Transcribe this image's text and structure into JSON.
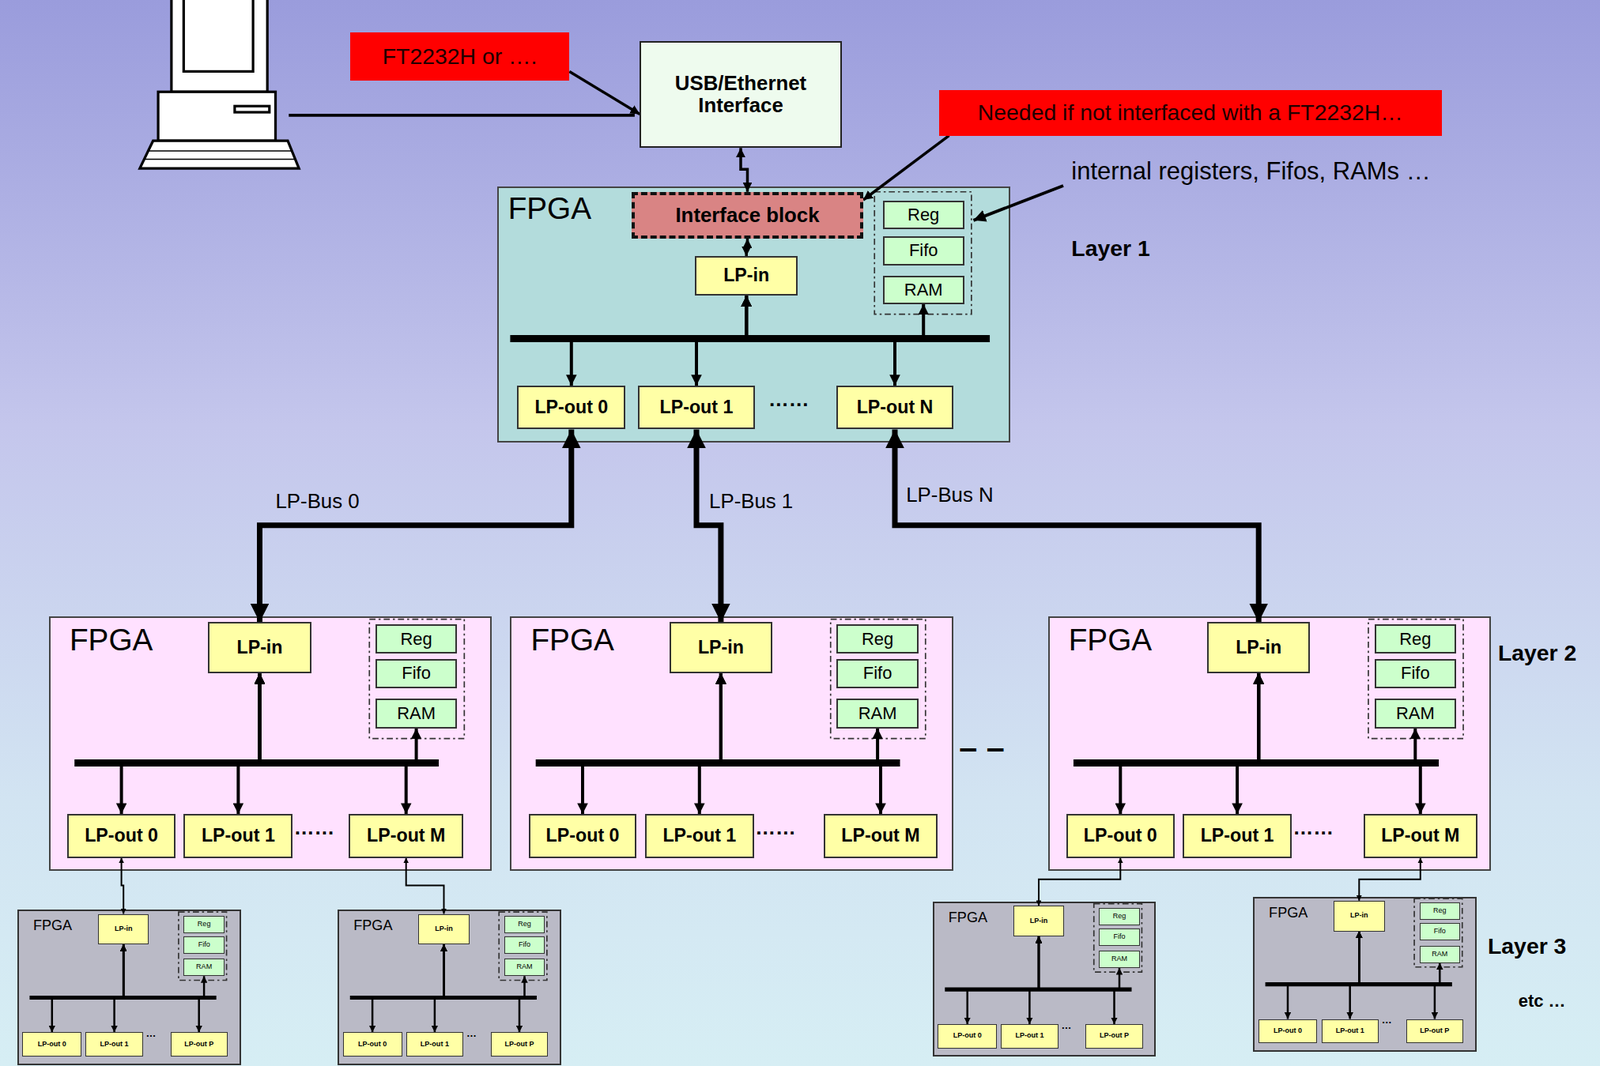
{
  "diagram": {
    "nodes": [
      {
        "text": [
          "FT2232H or …."
        ]
      },
      {
        "text": [
          "USB/Ethernet Interface"
        ]
      },
      {
        "text": [
          "Needed if not interfaced with a FT2232H…"
        ]
      },
      {
        "text": [
          "FPGA"
        ]
      },
      {
        "text": [
          "Interface block"
        ],
        "in": 3
      },
      {
        "text": [
          "Reg"
        ],
        "in": 3
      },
      {
        "text": [
          "Fifo"
        ],
        "in": 3
      },
      {
        "text": [
          "RAM"
        ],
        "in": 3
      },
      {
        "text": [
          "LP-in"
        ],
        "in": 3
      },
      {
        "text": [
          "LP-out 0"
        ],
        "in": 3
      },
      {
        "text": [
          "LP-out 1"
        ],
        "in": 3
      },
      {
        "text": [
          "LP-out N"
        ],
        "in": 3
      },
      {
        "text": [
          "FPGA"
        ]
      },
      {
        "text": [
          "LP-in"
        ],
        "in": 12
      },
      {
        "text": [
          "Reg"
        ],
        "in": 12
      },
      {
        "text": [
          "Fifo"
        ],
        "in": 12
      },
      {
        "text": [
          "RAM"
        ],
        "in": 12
      },
      {
        "text": [
          "LP-out 0"
        ],
        "in": 12
      },
      {
        "text": [
          "LP-out 1"
        ],
        "in": 12
      },
      {
        "text": [
          "LP-out M"
        ],
        "in": 12
      },
      {
        "text": [
          "FPGA"
        ]
      },
      {
        "text": [
          "LP-in"
        ],
        "in": 20
      },
      {
        "text": [
          "Reg"
        ],
        "in": 20
      },
      {
        "text": [
          "Fifo"
        ],
        "in": 20
      },
      {
        "text": [
          "RAM"
        ],
        "in": 20
      },
      {
        "text": [
          "LP-out 0"
        ],
        "in": 20
      },
      {
        "text": [
          "LP-out 1"
        ],
        "in": 20
      },
      {
        "text": [
          "LP-out M"
        ],
        "in": 20
      },
      {
        "text": [
          "FPGA"
        ]
      },
      {
        "text": [
          "LP-in"
        ],
        "in": 28
      },
      {
        "text": [
          "Reg"
        ],
        "in": 28
      },
      {
        "text": [
          "Fifo"
        ],
        "in": 28
      },
      {
        "text": [
          "RAM"
        ],
        "in": 28
      },
      {
        "text": [
          "LP-out 0"
        ],
        "in": 28
      },
      {
        "text": [
          "LP-out 1"
        ],
        "in": 28
      },
      {
        "text": [
          "LP-out M"
        ],
        "in": 28
      },
      {
        "text": [
          "FPGA"
        ]
      },
      {
        "text": [
          "LP-in"
        ],
        "in": 36
      },
      {
        "text": [
          "Reg"
        ],
        "in": 36
      },
      {
        "text": [
          "Fifo"
        ],
        "in": 36
      },
      {
        "text": [
          "RAM"
        ],
        "in": 36
      },
      {
        "text": [
          "LP-out 0"
        ],
        "in": 36
      },
      {
        "text": [
          "LP-out 1"
        ],
        "in": 36
      },
      {
        "text": [
          "LP-out P"
        ],
        "in": 36
      },
      {
        "text": [
          "FPGA"
        ]
      },
      {
        "text": [
          "LP-in"
        ],
        "in": 44
      },
      {
        "text": [
          "Reg"
        ],
        "in": 44
      },
      {
        "text": [
          "Fifo"
        ],
        "in": 44
      },
      {
        "text": [
          "RAM"
        ],
        "in": 44
      },
      {
        "text": [
          "LP-out 0"
        ],
        "in": 44
      },
      {
        "text": [
          "LP-out 1"
        ],
        "in": 44
      },
      {
        "text": [
          "LP-out P"
        ],
        "in": 44
      },
      {
        "text": [
          "FPGA"
        ]
      },
      {
        "text": [
          "LP-in"
        ],
        "in": 52
      },
      {
        "text": [
          "Reg"
        ],
        "in": 52
      },
      {
        "text": [
          "Fifo"
        ],
        "in": 52
      },
      {
        "text": [
          "RAM"
        ],
        "in": 52
      },
      {
        "text": [
          "LP-out 0"
        ],
        "in": 52
      },
      {
        "text": [
          "LP-out 1"
        ],
        "in": 52
      },
      {
        "text": [
          "LP-out P"
        ],
        "in": 52
      },
      {
        "text": [
          "FPGA"
        ]
      },
      {
        "text": [
          "LP-in"
        ],
        "in": 60
      },
      {
        "text": [
          "Reg"
        ],
        "in": 60
      },
      {
        "text": [
          "Fifo"
        ],
        "in": 60
      },
      {
        "text": [
          "RAM"
        ],
        "in": 60
      },
      {
        "text": [
          "LP-out 0"
        ],
        "in": 60
      },
      {
        "text": [
          "LP-out 1"
        ],
        "in": 60
      },
      {
        "text": [
          "LP-out P"
        ],
        "in": 60
      }
    ],
    "edges": [
      {
        "from": 1,
        "to": 4,
        "arrow": "both"
      },
      {
        "from": 0,
        "to": 1,
        "arrow": "to"
      },
      {
        "from": 2,
        "to": 4,
        "arrow": "to"
      },
      {
        "from": 4,
        "to": 8,
        "arrow": "both"
      },
      {
        "from": 8,
        "to": 9,
        "arrow": "both"
      },
      {
        "from": 8,
        "to": 10,
        "arrow": "both"
      },
      {
        "from": 8,
        "to": 11,
        "arrow": "both"
      },
      {
        "from": 8,
        "to": 7,
        "arrow": "both"
      },
      {
        "from": 9,
        "to": 13,
        "label": "LP-Bus 0",
        "arrow": "both"
      },
      {
        "from": 10,
        "to": 21,
        "label": "LP-Bus 1",
        "arrow": "both"
      },
      {
        "from": 11,
        "to": 29,
        "label": "LP-Bus N",
        "arrow": "both"
      },
      {
        "from": 13,
        "to": 17,
        "arrow": "both"
      },
      {
        "from": 13,
        "to": 18,
        "arrow": "both"
      },
      {
        "from": 13,
        "to": 19,
        "arrow": "both"
      },
      {
        "from": 13,
        "to": 16,
        "arrow": "both"
      },
      {
        "from": 21,
        "to": 25,
        "arrow": "both"
      },
      {
        "from": 21,
        "to": 26,
        "arrow": "both"
      },
      {
        "from": 21,
        "to": 27,
        "arrow": "both"
      },
      {
        "from": 21,
        "to": 24,
        "arrow": "both"
      },
      {
        "from": 29,
        "to": 33,
        "arrow": "both"
      },
      {
        "from": 29,
        "to": 34,
        "arrow": "both"
      },
      {
        "from": 29,
        "to": 35,
        "arrow": "both"
      },
      {
        "from": 29,
        "to": 32,
        "arrow": "both"
      },
      {
        "from": 17,
        "to": 37,
        "arrow": "both"
      },
      {
        "from": 19,
        "to": 45,
        "arrow": "both"
      },
      {
        "from": 33,
        "to": 53,
        "arrow": "both"
      },
      {
        "from": 35,
        "to": 61,
        "arrow": "both"
      },
      {
        "from": 37,
        "to": 41,
        "arrow": "both"
      },
      {
        "from": 37,
        "to": 42,
        "arrow": "both"
      },
      {
        "from": 37,
        "to": 43,
        "arrow": "both"
      },
      {
        "from": 37,
        "to": 40,
        "arrow": "both"
      },
      {
        "from": 45,
        "to": 49,
        "arrow": "both"
      },
      {
        "from": 45,
        "to": 50,
        "arrow": "both"
      },
      {
        "from": 45,
        "to": 51,
        "arrow": "both"
      },
      {
        "from": 45,
        "to": 48,
        "arrow": "both"
      },
      {
        "from": 53,
        "to": 57,
        "arrow": "both"
      },
      {
        "from": 53,
        "to": 58,
        "arrow": "both"
      },
      {
        "from": 53,
        "to": 59,
        "arrow": "both"
      },
      {
        "from": 53,
        "to": 56,
        "arrow": "both"
      },
      {
        "from": 61,
        "to": 65,
        "arrow": "both"
      },
      {
        "from": 61,
        "to": 66,
        "arrow": "both"
      },
      {
        "from": 61,
        "to": 67,
        "arrow": "both"
      },
      {
        "from": 61,
        "to": 64,
        "arrow": "both"
      }
    ],
    "labels": [
      "internal registers, Fifos, RAMs …",
      "Layer 1",
      "Layer 2",
      "Layer 3",
      "etc …",
      "……",
      "……",
      "……",
      "……",
      "– –",
      "…",
      "…",
      "…",
      "…"
    ]
  }
}
